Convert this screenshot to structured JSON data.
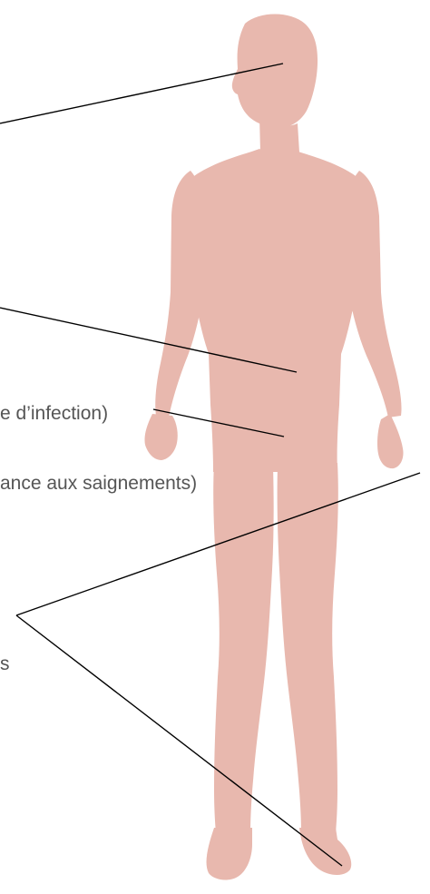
{
  "labels": {
    "infection_fragment": "e d’infection)",
    "bleeding_fragment": "ance aux saignements)",
    "partial_fragment": "s"
  },
  "colors": {
    "body_fill": "#E8B8AE",
    "leader_line": "#000000",
    "label_text": "#555555",
    "background": "#FFFFFF"
  },
  "icons": {
    "figure": "human-body-silhouette"
  }
}
